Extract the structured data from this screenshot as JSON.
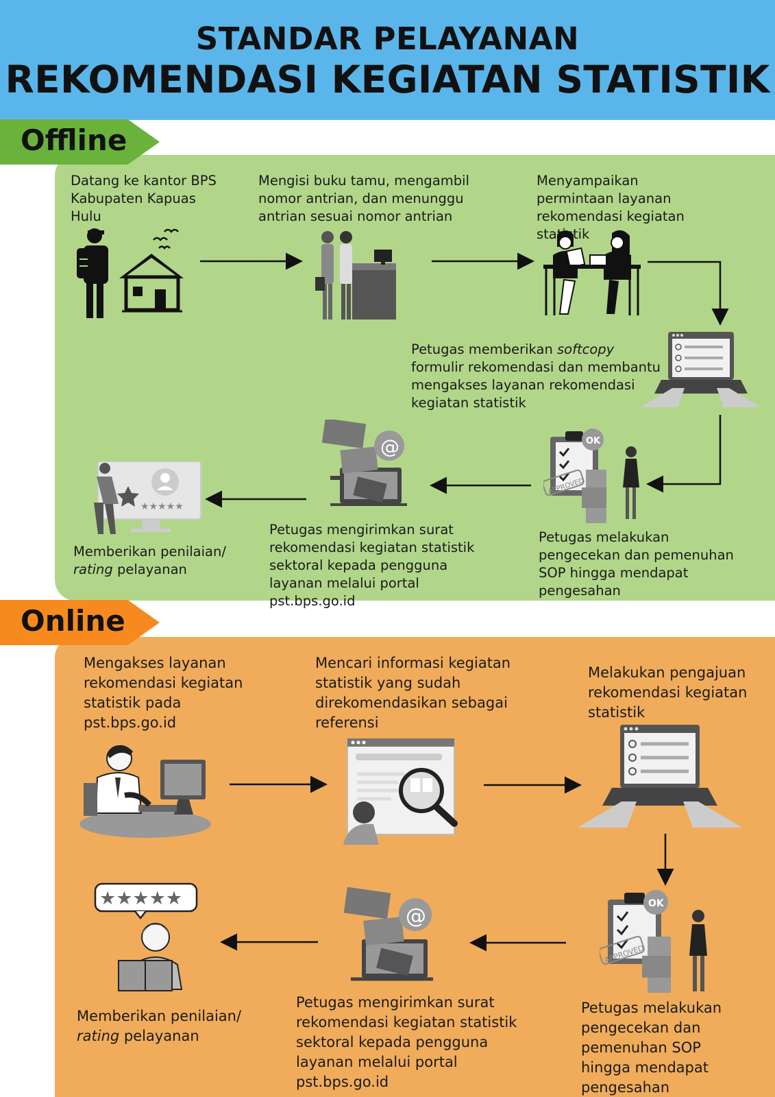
{
  "header": {
    "line1": "STANDAR PELAYANAN",
    "line2": "REKOMENDASI KEGIATAN STATISTIK"
  },
  "offline": {
    "label": "Offline",
    "steps": [
      {
        "text": "Datang ke kantor BPS Kabupaten Kapuas Hulu",
        "icon": "person-house-icon"
      },
      {
        "text": "Mengisi buku tamu, mengambil nomor antrian, dan menunggu antrian sesuai nomor antrian",
        "icon": "queue-desk-icon"
      },
      {
        "text": "Menyampaikan permintaan layanan rekomendasi kegiatan statistik",
        "icon": "consultation-icon"
      },
      {
        "text_before": "Petugas memberikan ",
        "text_italic": "softcopy",
        "text_after": " formulir rekomendasi dan membantu mengakses layanan rekomendasi kegiatan statistik",
        "icon": "laptop-checklist-icon"
      },
      {
        "text": "Petugas melakukan pengecekan dan pemenuhan SOP hingga mendapat pengesahan",
        "icon": "approved-checklist-icon",
        "stamp": "APPROVED",
        "badge": "OK"
      },
      {
        "text": "Petugas mengirimkan surat rekomendasi kegiatan statistik sektoral kepada pengguna layanan melalui portal pst.bps.go.id",
        "icon": "email-laptop-icon",
        "symbol": "@"
      },
      {
        "text_before": "Memberikan penilaian/ ",
        "text_italic": "rating",
        "text_after": " pelayanan",
        "icon": "rating-screen-icon"
      }
    ]
  },
  "online": {
    "label": "Online",
    "steps": [
      {
        "text": "Mengakses layanan rekomendasi kegiatan statistik pada pst.bps.go.id",
        "icon": "person-computer-icon"
      },
      {
        "text": "Mencari informasi kegiatan statistik yang sudah direkomendasikan sebagai referensi",
        "icon": "search-browser-icon"
      },
      {
        "text": "Melakukan pengajuan rekomendasi kegiatan statistik",
        "icon": "laptop-checklist-icon"
      },
      {
        "text": "Petugas melakukan pengecekan dan pemenuhan SOP hingga mendapat pengesahan",
        "icon": "approved-checklist-icon",
        "stamp": "APPROVED",
        "badge": "OK"
      },
      {
        "text": "Petugas mengirimkan surat rekomendasi kegiatan statistik sektoral kepada pengguna layanan melalui portal pst.bps.go.id",
        "icon": "email-laptop-icon",
        "symbol": "@"
      },
      {
        "text_before": "Memberikan penilaian/ ",
        "text_italic": "rating",
        "text_after": " pelayanan",
        "icon": "star-review-icon"
      }
    ]
  },
  "colors": {
    "header": "#5ab6ea",
    "offline_ribbon": "#69b33c",
    "offline_panel": "#b1d68a",
    "online_ribbon": "#f68a1f",
    "online_panel": "#f0ac5a"
  }
}
